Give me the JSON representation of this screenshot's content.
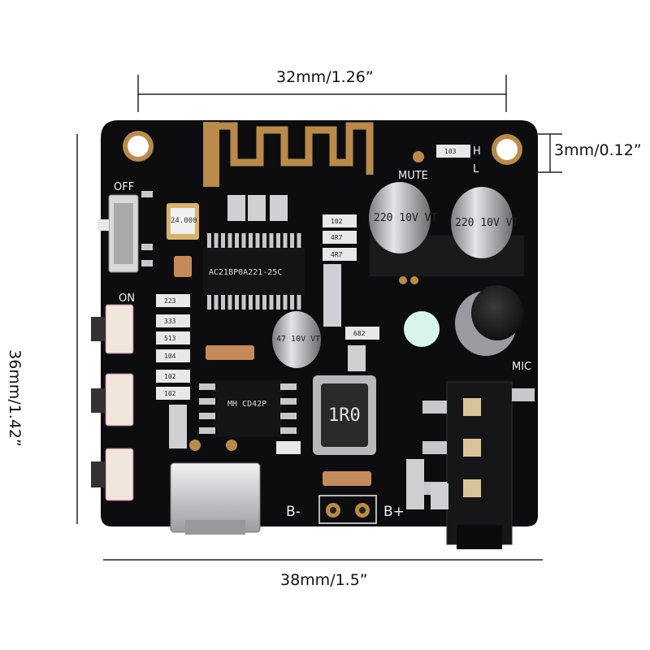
{
  "dimensions": {
    "width_top": "32mm/1.26”",
    "width_bottom": "38mm/1.5”",
    "height": "36mm/1.42”",
    "mount_offset": "3mm/0.12”"
  },
  "board_labels": {
    "off": "OFF",
    "on": "ON",
    "mute": "MUTE",
    "h": "H",
    "l": "L",
    "mic": "MIC",
    "b_minus": "B-",
    "b_plus": "B+",
    "chip_main": "AC21BP0A221-25C",
    "chip_small": "MH CD42P",
    "crystal": "24.000",
    "cap_large_1": "220 10V VT",
    "cap_large_2": "220 10V VT",
    "cap_small": "47 10V VT",
    "inductor": "1R0",
    "resistors": [
      "223",
      "333",
      "513",
      "104",
      "102",
      "102",
      "102",
      "4R7",
      "4R7",
      "682",
      "103"
    ]
  },
  "colors": {
    "pcb": "#0d0d0f",
    "gold": "#b98a4a",
    "silver": "#c8c8cc",
    "silkscreen": "#f2f2f2"
  }
}
